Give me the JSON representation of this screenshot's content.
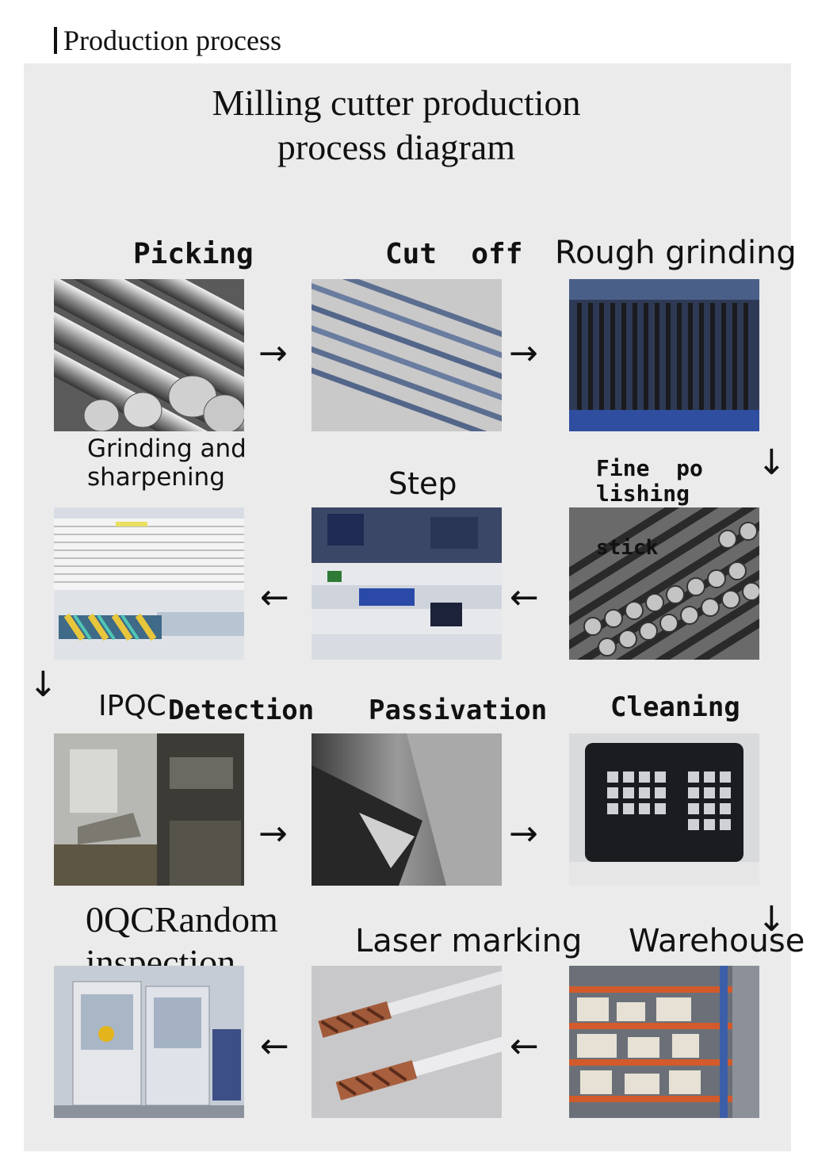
{
  "header": "Production process",
  "title_line1": "Milling cutter production",
  "title_line2": "process diagram",
  "steps": {
    "picking": "Picking",
    "cut_off": "Cut  off",
    "rough_grinding": "Rough grinding",
    "fine_polishing_1": "Fine  po",
    "fine_polishing_2": "lishing",
    "stick": "stick",
    "step": "Step",
    "grinding_1": "Grinding and",
    "grinding_2": "sharpening",
    "ipqc": "IPQC",
    "detection": "Detection",
    "passivation": "Passivation",
    "cleaning": "Cleaning",
    "oqc_1": "0QCRandom",
    "oqc_2": "inspection",
    "laser": "Laser marking",
    "warehouse": "Warehouse"
  },
  "icons": {
    "right": "→",
    "left": "←",
    "down": "↓"
  }
}
